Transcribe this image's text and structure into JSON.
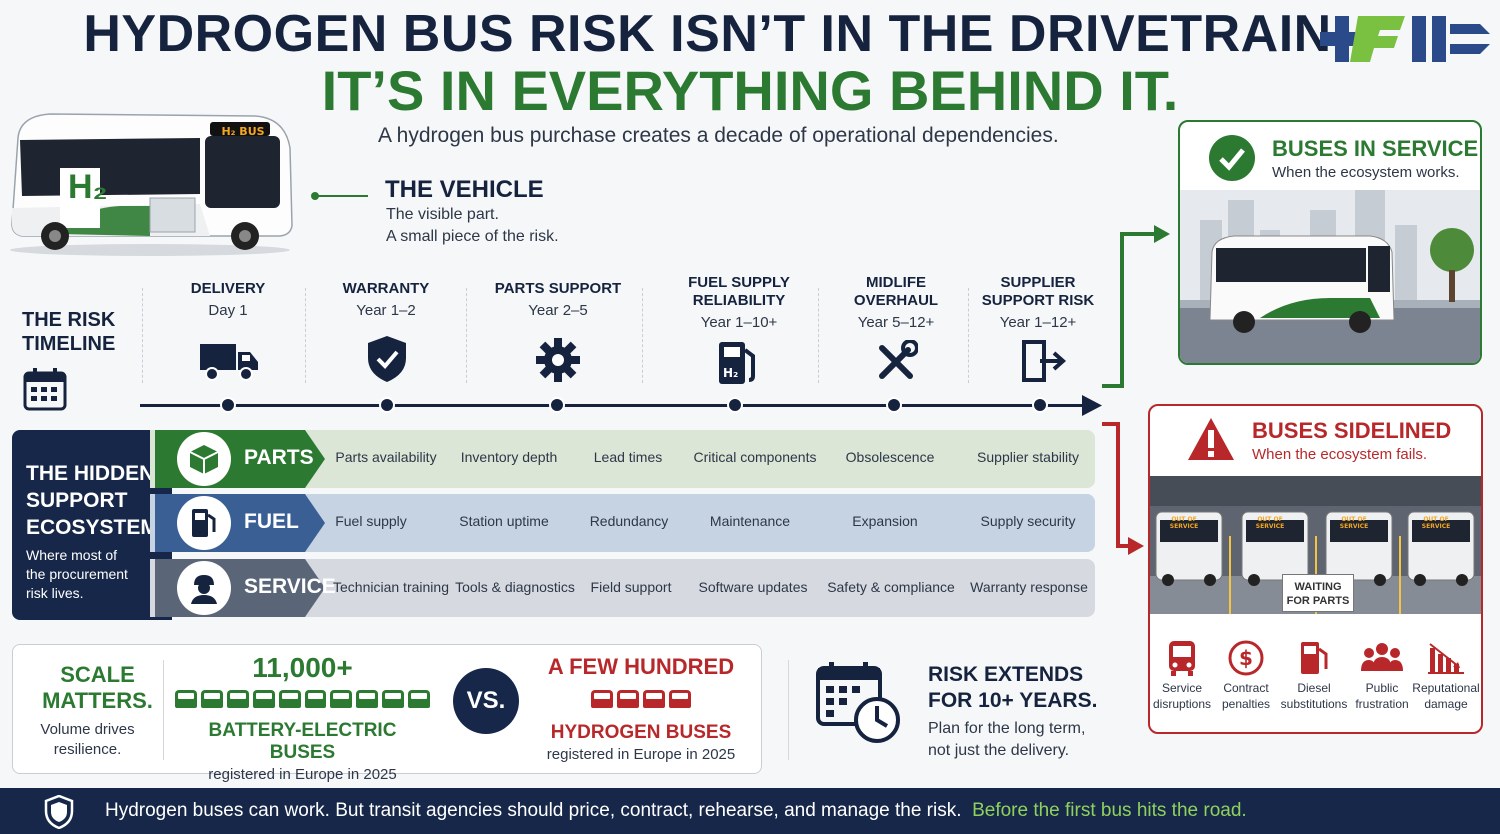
{
  "header": {
    "title_line1": "HYDROGEN BUS RISK ISN’T IN THE DRIVETRAIN.",
    "title_line2": "IT’S IN EVERYTHING BEHIND IT.",
    "subtitle": "A hydrogen bus purchase creates a decade of operational dependencies."
  },
  "vehicle": {
    "bus_sign": "H₂ BUS",
    "side_mark": "H₂",
    "title": "THE VEHICLE",
    "line1": "The visible part.",
    "line2": "A small piece of the risk."
  },
  "timeline": {
    "label_line1": "THE RISK",
    "label_line2": "TIMELINE",
    "stages": [
      {
        "title": "DELIVERY",
        "title2": "",
        "years": "Day 1",
        "icon": "truck-icon"
      },
      {
        "title": "WARRANTY",
        "title2": "",
        "years": "Year 1–2",
        "icon": "shield-check-icon"
      },
      {
        "title": "PARTS SUPPORT",
        "title2": "",
        "years": "Year 2–5",
        "icon": "gear-icon"
      },
      {
        "title": "FUEL SUPPLY",
        "title2": "RELIABILITY",
        "years": "Year 1–10+",
        "icon": "fuel-pump-icon"
      },
      {
        "title": "MIDLIFE",
        "title2": "OVERHAUL",
        "years": "Year 5–12+",
        "icon": "tools-icon"
      },
      {
        "title": "SUPPLIER",
        "title2": "SUPPORT RISK",
        "years": "Year 1–12+",
        "icon": "exit-door-icon"
      }
    ]
  },
  "ecosystem": {
    "title_line1": "THE HIDDEN",
    "title_line2": "SUPPORT",
    "title_line3": "ECOSYSTEM",
    "sub_line1": "Where most of",
    "sub_line2": "the procurement",
    "sub_line3": "risk lives.",
    "rows": [
      {
        "label": "PARTS",
        "color": "#2c7a32",
        "bg": "#dbe6d6",
        "cells": [
          "Parts availability",
          "Inventory depth",
          "Lead times",
          "Critical components",
          "Obsolescence",
          "Supplier stability"
        ]
      },
      {
        "label": "FUEL",
        "color": "#3a5f95",
        "bg": "#c6d3e3",
        "cells": [
          "Fuel supply",
          "Station uptime",
          "Redundancy",
          "Maintenance",
          "Expansion",
          "Supply security"
        ]
      },
      {
        "label": "SERVICE",
        "color": "#5a6678",
        "bg": "#d6dae0",
        "cells": [
          "Technician training",
          "Tools & diagnostics",
          "Field support",
          "Software updates",
          "Safety & compliance",
          "Warranty response"
        ]
      }
    ]
  },
  "scale": {
    "title_line1": "SCALE",
    "title_line2": "MATTERS.",
    "sub_line1": "Volume drives",
    "sub_line2": "resilience.",
    "bev_count": "11,000+",
    "bev_label": "BATTERY-ELECTRIC BUSES",
    "bev_sub": "registered in Europe in 2025",
    "vs": "VS.",
    "h2_count": "A FEW HUNDRED",
    "h2_label": "HYDROGEN BUSES",
    "h2_sub": "registered in Europe in 2025"
  },
  "extends": {
    "title_line1": "RISK EXTENDS",
    "title_line2": "FOR 10+ YEARS.",
    "sub_line1": "Plan for the long term,",
    "sub_line2": "not just the delivery."
  },
  "in_service": {
    "title": "BUSES IN SERVICE",
    "sub": "When the ecosystem works."
  },
  "sidelined": {
    "title": "BUSES SIDELINED",
    "sub": "When the ecosystem fails.",
    "sign": "OUT OF SERVICE",
    "waiting_line1": "WAITING",
    "waiting_line2": "FOR PARTS",
    "impacts": [
      {
        "l1": "Service",
        "l2": "disruptions",
        "icon": "bus-icon"
      },
      {
        "l1": "Contract",
        "l2": "penalties",
        "icon": "dollar-icon"
      },
      {
        "l1": "Diesel",
        "l2": "substitutions",
        "icon": "diesel-pump-icon"
      },
      {
        "l1": "Public",
        "l2": "frustration",
        "icon": "people-icon"
      },
      {
        "l1": "Reputational",
        "l2": "damage",
        "icon": "chart-down-icon"
      }
    ]
  },
  "footer": {
    "text": "Hydrogen buses can work.  But transit agencies should price, contract, rehearse, and manage the risk.",
    "accent": "Before the first bus hits the road."
  },
  "colors": {
    "navy": "#16274a",
    "green": "#2c7a32",
    "red": "#b8282b"
  }
}
